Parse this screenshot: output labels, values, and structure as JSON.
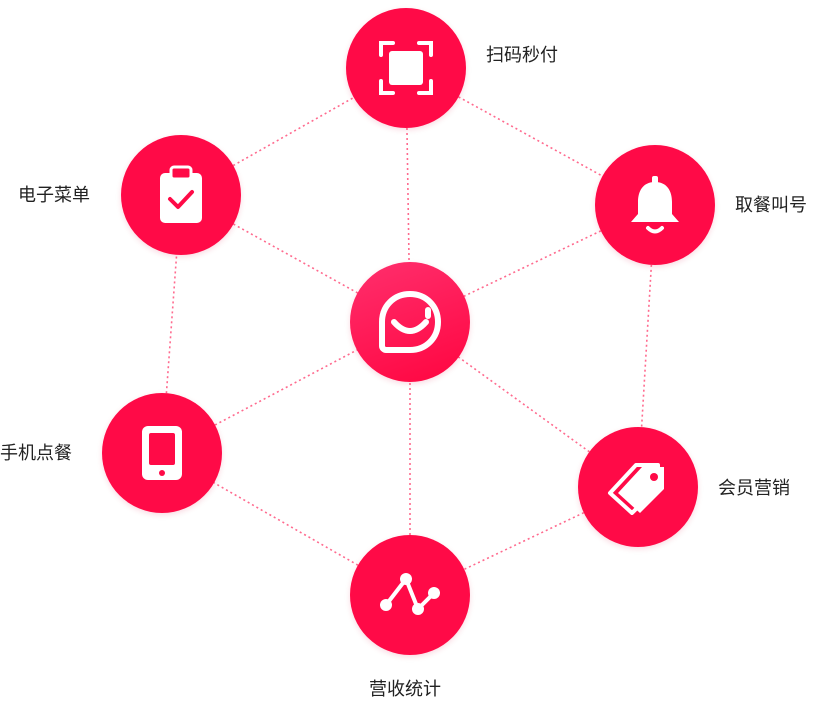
{
  "colors": {
    "node": "#ff0a47",
    "link": "#ff6a8e",
    "label": "#222222",
    "icon": "#ffffff"
  },
  "center": {
    "icon": "smile-chat-icon"
  },
  "features": [
    {
      "id": "scan",
      "label": "扫码秒付",
      "icon": "scan-frame-icon"
    },
    {
      "id": "call",
      "label": "取餐叫号",
      "icon": "bell-icon"
    },
    {
      "id": "member",
      "label": "会员营销",
      "icon": "tags-icon"
    },
    {
      "id": "stats",
      "label": "营收统计",
      "icon": "line-chart-icon"
    },
    {
      "id": "mobile",
      "label": "手机点餐",
      "icon": "tablet-icon"
    },
    {
      "id": "menu",
      "label": "电子菜单",
      "icon": "clipboard-check-icon"
    }
  ]
}
